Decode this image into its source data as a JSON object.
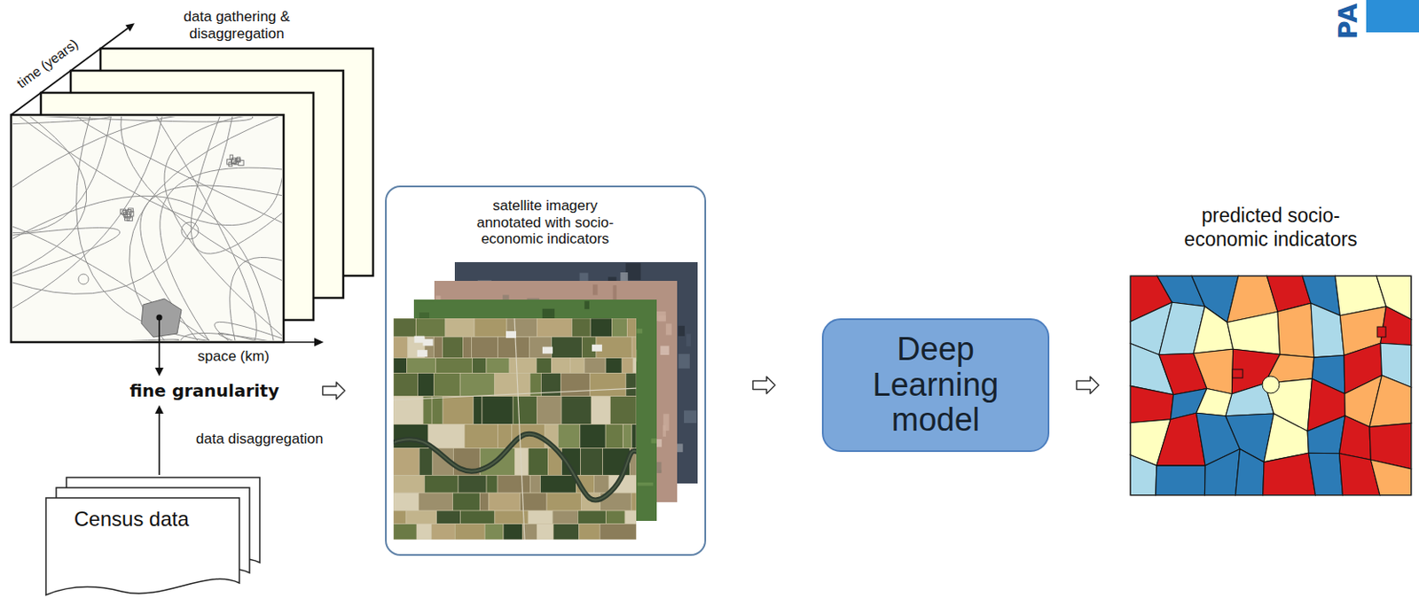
{
  "diagram": {
    "nodes": [
      {
        "text": [
          "data gathering & disaggregation"
        ]
      },
      {
        "text": [
          "fine granularity"
        ]
      },
      {
        "text": [
          "Census data"
        ]
      },
      {
        "text": [
          "satellite imagery annotated with socio-economic indicators"
        ]
      },
      {
        "text": [
          "Deep Learning model"
        ]
      },
      {
        "text": [
          "predicted socio-economic indicators"
        ]
      }
    ],
    "edges": [
      {
        "from": 0,
        "to": 1,
        "arrow": "to"
      },
      {
        "from": 2,
        "to": 1,
        "arrow": "to",
        "label": "data disaggregation"
      },
      {
        "from": 1,
        "to": 3,
        "arrow": "to"
      },
      {
        "from": 3,
        "to": 4,
        "arrow": "to"
      },
      {
        "from": 4,
        "to": 5,
        "arrow": "to"
      }
    ],
    "labels": [
      "time (years)",
      "space (km)",
      "PA"
    ]
  }
}
